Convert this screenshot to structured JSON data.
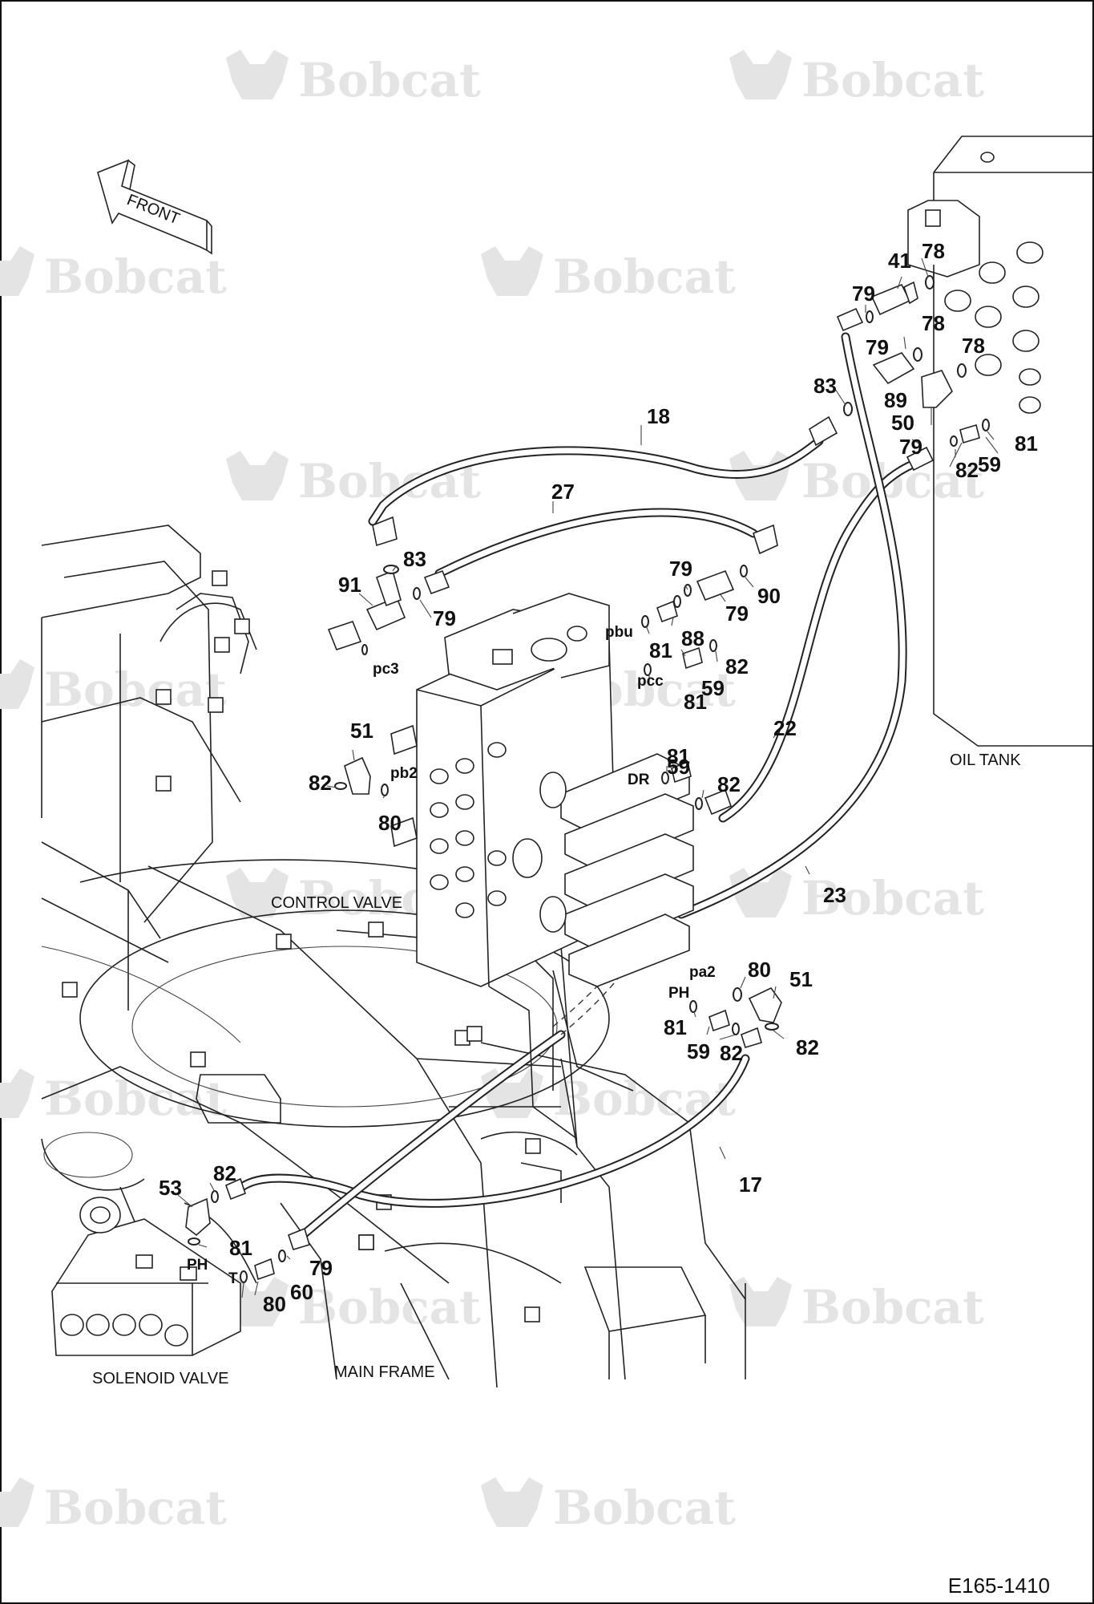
{
  "watermark": {
    "brand": "Bobcat"
  },
  "direction_arrow": {
    "label": "FRONT"
  },
  "components": {
    "control_valve": "CONTROL VALVE",
    "oil_tank": "OIL TANK",
    "solenoid_valve": "SOLENOID VALVE",
    "main_frame": "MAIN FRAME"
  },
  "callouts": [
    "41",
    "78",
    "79",
    "78",
    "79",
    "78",
    "83",
    "89",
    "50",
    "79",
    "81",
    "82",
    "59",
    "18",
    "27",
    "83",
    "91",
    "79",
    "79",
    "90",
    "79",
    "88",
    "81",
    "82",
    "59",
    "81",
    "22",
    "51",
    "82",
    "80",
    "81",
    "59",
    "82",
    "23",
    "80",
    "51",
    "81",
    "59",
    "82",
    "82",
    "17",
    "53",
    "82",
    "81",
    "80",
    "60",
    "79"
  ],
  "ports": [
    "pbu",
    "pc3",
    "pcc",
    "pb2",
    "DR",
    "pa2",
    "PH",
    "PH",
    "T"
  ],
  "drawing_number": "E165-1410"
}
